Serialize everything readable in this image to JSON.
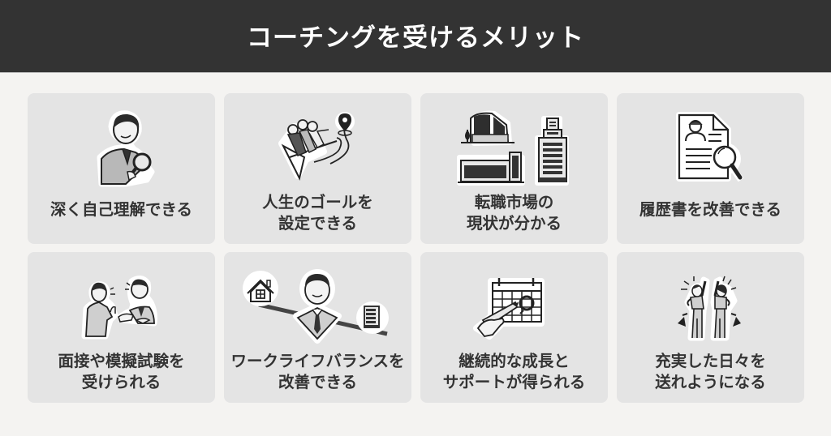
{
  "header": {
    "title": "コーチングを受けるメリット",
    "background": "#333333",
    "text_color": "#ffffff"
  },
  "colors": {
    "page_background": "#f4f3f1",
    "card_background": "#e4e4e4",
    "label_text": "#333333"
  },
  "cards": [
    {
      "icon": "man-with-magnifying-glass-icon",
      "lines": [
        "深く自己理解できる"
      ]
    },
    {
      "icon": "people-riding-paper-plane-to-goal-pin-icon",
      "lines": [
        "人生のゴールを",
        "設定できる"
      ]
    },
    {
      "icon": "office-buildings-icon",
      "lines": [
        "転職市場の",
        "現状が分かる"
      ]
    },
    {
      "icon": "resume-with-magnifier-icon",
      "lines": [
        "履歴書を改善できる"
      ]
    },
    {
      "icon": "interview-handshake-icon",
      "lines": [
        "面接や模擬試験を",
        "受けられる"
      ]
    },
    {
      "icon": "home-work-balance-icon",
      "lines": [
        "ワークライフバランスを",
        "改善できる"
      ]
    },
    {
      "icon": "calendar-with-pen-icon",
      "lines": [
        "継続的な成長と",
        "サポートが得られる"
      ]
    },
    {
      "icon": "celebrating-people-icon",
      "lines": [
        "充実した日々を",
        "送れようになる"
      ]
    }
  ]
}
